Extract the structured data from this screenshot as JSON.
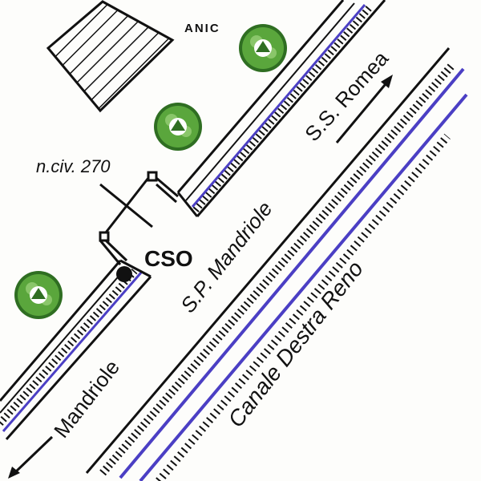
{
  "labels": {
    "anic": "ANIC",
    "house_number": "n.civ. 270",
    "cso": "CSO",
    "ss_romea": "S.S. Romea",
    "sp_mandriole": "S.P. Mandriole",
    "canal": "Canale  Destra  Reno",
    "mandriole": "Mandriole"
  },
  "colors": {
    "canal_blue": "#4b3fc4",
    "tree_green": "#3f8a2a",
    "ink": "#111111"
  }
}
